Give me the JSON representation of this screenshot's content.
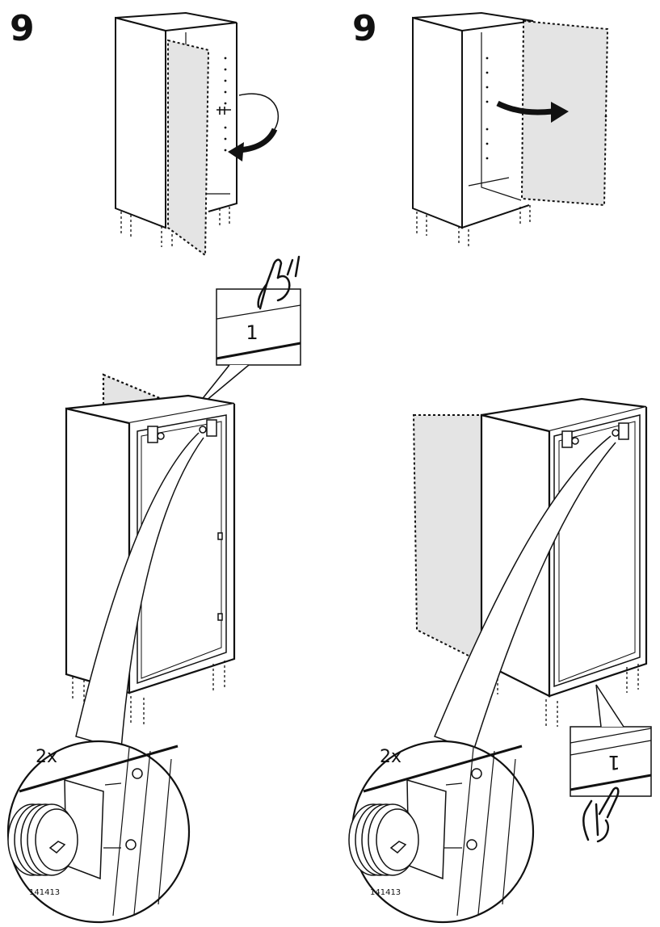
{
  "steps": [
    {
      "number": "9"
    },
    {
      "number": "9"
    }
  ],
  "callouts": {
    "left_label": "1",
    "right_label": "1"
  },
  "details": [
    {
      "quantity": "2x",
      "part_number": "141413"
    },
    {
      "quantity": "2x",
      "part_number": "141413"
    }
  ],
  "colors": {
    "line": "#111111",
    "door_fill": "#e4e4e4"
  }
}
